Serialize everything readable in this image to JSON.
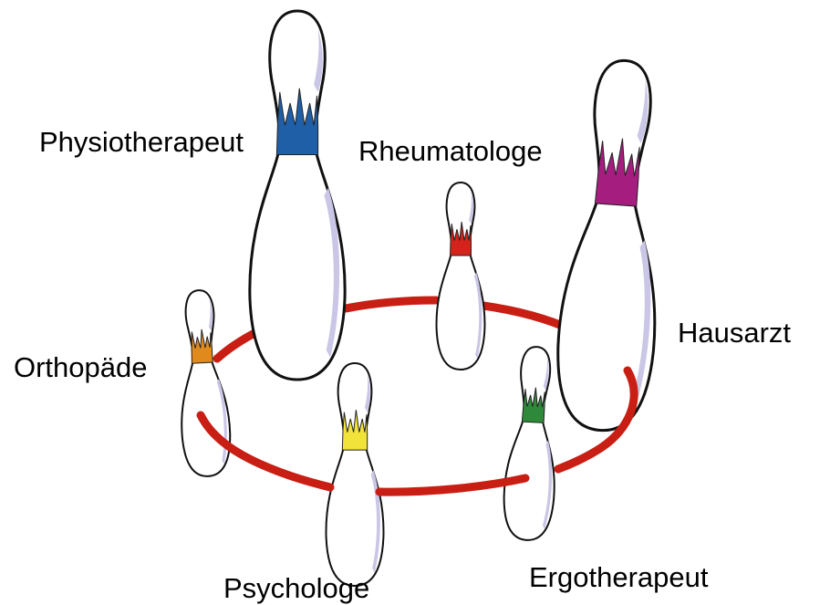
{
  "roles": {
    "physiotherapeut": {
      "label": "Physiotherapeut",
      "crown_color": "#1f5fa8"
    },
    "rheumatologe": {
      "label": "Rheumatologe",
      "crown_color": "#d4231a"
    },
    "hausarzt": {
      "label": "Hausarzt",
      "crown_color": "#a61d80"
    },
    "orthopaede": {
      "label": "Orthopäde",
      "crown_color": "#e08a1e"
    },
    "psychologe": {
      "label": "Psychologe",
      "crown_color": "#f2e33a"
    },
    "ergotherapeut": {
      "label": "Ergotherapeut",
      "crown_color": "#2e8a3a"
    }
  },
  "ring_color": "#c81e14"
}
